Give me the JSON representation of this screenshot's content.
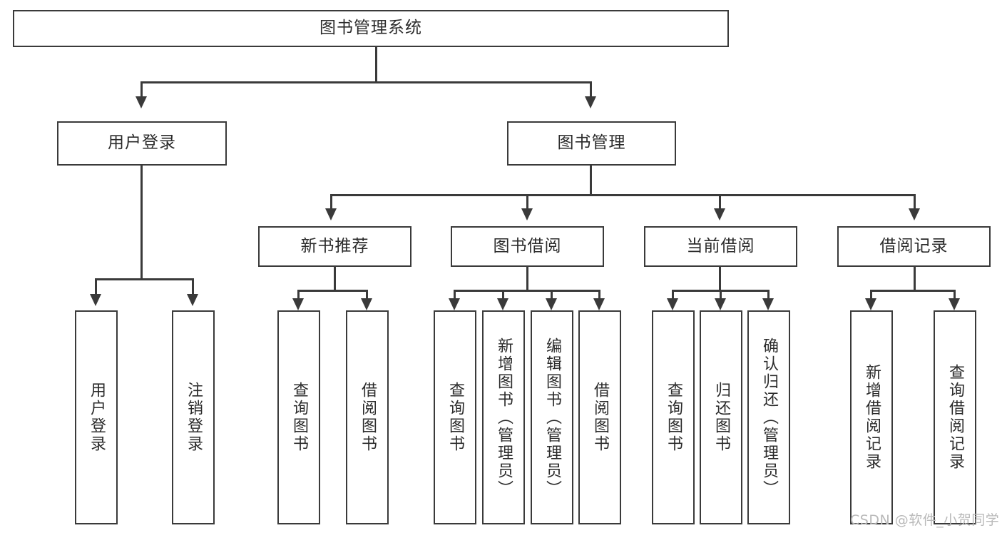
{
  "diagram": {
    "type": "tree-hierarchy",
    "title": "图书管理系统",
    "root": {
      "id": "root",
      "label": "图书管理系统"
    },
    "level2": [
      {
        "id": "user-login",
        "label": "用户登录"
      },
      {
        "id": "book-management",
        "label": "图书管理"
      }
    ],
    "level3": [
      {
        "id": "new-book-recommend",
        "label": "新书推荐",
        "parent": "book-management"
      },
      {
        "id": "book-borrow",
        "label": "图书借阅",
        "parent": "book-management"
      },
      {
        "id": "current-borrow",
        "label": "当前借阅",
        "parent": "book-management"
      },
      {
        "id": "borrow-record",
        "label": "借阅记录",
        "parent": "book-management"
      }
    ],
    "leaves": [
      {
        "id": "leaf-user-login",
        "label": "用户登录",
        "parent": "user-login"
      },
      {
        "id": "leaf-logout-login",
        "label": "注销登录",
        "parent": "user-login"
      },
      {
        "id": "leaf-query-book-1",
        "label": "查询图书",
        "parent": "new-book-recommend"
      },
      {
        "id": "leaf-borrow-book-1",
        "label": "借阅图书",
        "parent": "new-book-recommend"
      },
      {
        "id": "leaf-query-book-2",
        "label": "查询图书",
        "parent": "book-borrow"
      },
      {
        "id": "leaf-add-book",
        "label": "新增图书（管理员）",
        "parent": "book-borrow"
      },
      {
        "id": "leaf-edit-book",
        "label": "编辑图书（管理员）",
        "parent": "book-borrow"
      },
      {
        "id": "leaf-borrow-book-2",
        "label": "借阅图书",
        "parent": "book-borrow"
      },
      {
        "id": "leaf-query-book-3",
        "label": "查询图书",
        "parent": "current-borrow"
      },
      {
        "id": "leaf-return-book",
        "label": "归还图书",
        "parent": "current-borrow"
      },
      {
        "id": "leaf-confirm-return",
        "label": "确认归还（管理员）",
        "parent": "current-borrow"
      },
      {
        "id": "leaf-add-record",
        "label": "新增借阅记录",
        "parent": "borrow-record"
      },
      {
        "id": "leaf-query-record",
        "label": "查询借阅记录",
        "parent": "borrow-record"
      }
    ],
    "colors": {
      "stroke": "#3a3a3a",
      "text": "#2b2b2b",
      "background": "#ffffff",
      "watermark": "#b9b9b9"
    }
  },
  "watermark": {
    "text": "CSDN @软件_小贺同学"
  }
}
